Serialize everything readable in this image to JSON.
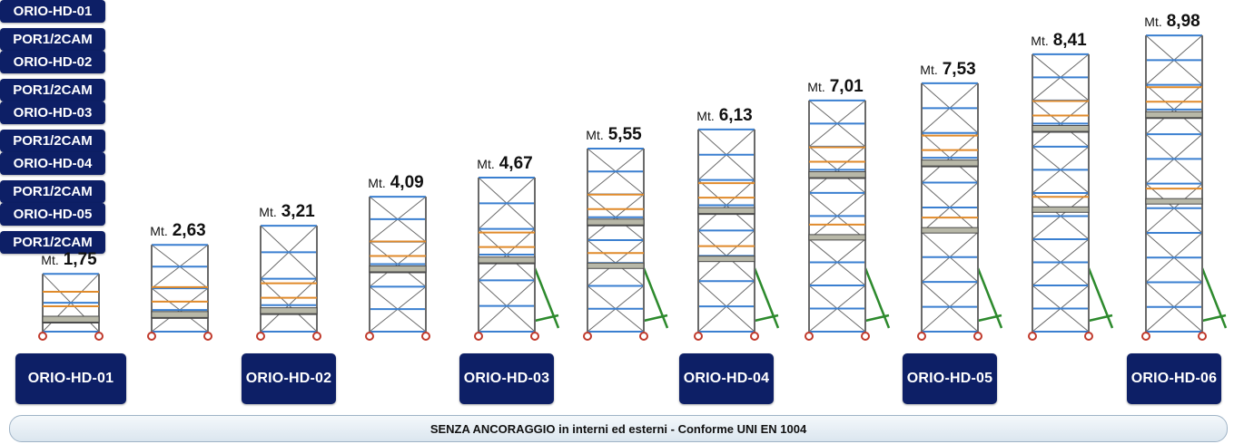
{
  "towers": [
    {
      "model": "ORIO-HD-01",
      "height": "1,75",
      "variant": "",
      "outrigger": false
    },
    {
      "model": "ORIO-HD-01",
      "height": "2,63",
      "variant": "POR1/2CAM",
      "outrigger": false
    },
    {
      "model": "ORIO-HD-02",
      "height": "3,21",
      "variant": "",
      "outrigger": false
    },
    {
      "model": "ORIO-HD-02",
      "height": "4,09",
      "variant": "POR1/2CAM",
      "outrigger": false
    },
    {
      "model": "ORIO-HD-03",
      "height": "4,67",
      "variant": "",
      "outrigger": true
    },
    {
      "model": "ORIO-HD-03",
      "height": "5,55",
      "variant": "POR1/2CAM",
      "outrigger": true
    },
    {
      "model": "ORIO-HD-04",
      "height": "6,13",
      "variant": "",
      "outrigger": true
    },
    {
      "model": "ORIO-HD-04",
      "height": "7,01",
      "variant": "POR1/2CAM",
      "outrigger": true
    },
    {
      "model": "ORIO-HD-05",
      "height": "7,53",
      "variant": "",
      "outrigger": true
    },
    {
      "model": "ORIO-HD-05",
      "height": "8,41",
      "variant": "POR1/2CAM",
      "outrigger": true
    },
    {
      "model": "ORIO-HD-06",
      "height": "8,98",
      "variant": "",
      "outrigger": true
    }
  ],
  "unit": "Mt.",
  "footer": "SENZA ANCORAGGIO in interni ed esterni  -  Conforme UNI EN 1004",
  "colors": {
    "badge": "#0d1f66",
    "frame_blue": "#3a7fd0",
    "brace": "#6a6a6a",
    "guardrail": "#e08a2a",
    "platform": "#4a4a4a",
    "outrigger": "#2d8a2d",
    "wheel": "#c0392b"
  }
}
